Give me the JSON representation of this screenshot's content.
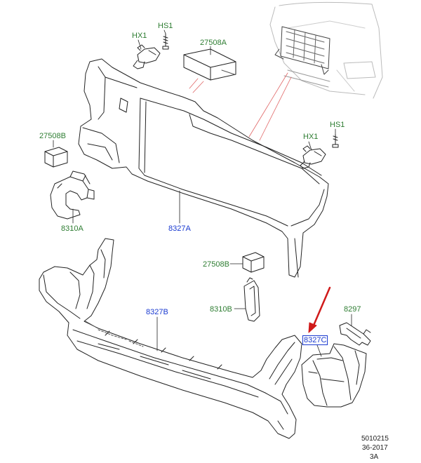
{
  "colors": {
    "part_label_green": "#2e7d32",
    "assembly_label_blue": "#1a3ad0",
    "pointer_red": "#d01a1a",
    "line_art": "#222222"
  },
  "labels": {
    "hs1_top": "HS1",
    "hx1_top": "HX1",
    "p27508a": "27508A",
    "p27508b_left": "27508B",
    "hx1_right": "HX1",
    "hs1_right": "HS1",
    "p8310a": "8310A",
    "p8327a": "8327A",
    "p27508b_mid": "27508B",
    "p8310b": "8310B",
    "p8327b": "8327B",
    "p8297": "8297",
    "p8327c": "8327C"
  },
  "footer": {
    "line1": "5010215",
    "line2": "36-2017",
    "line3": "3A"
  }
}
